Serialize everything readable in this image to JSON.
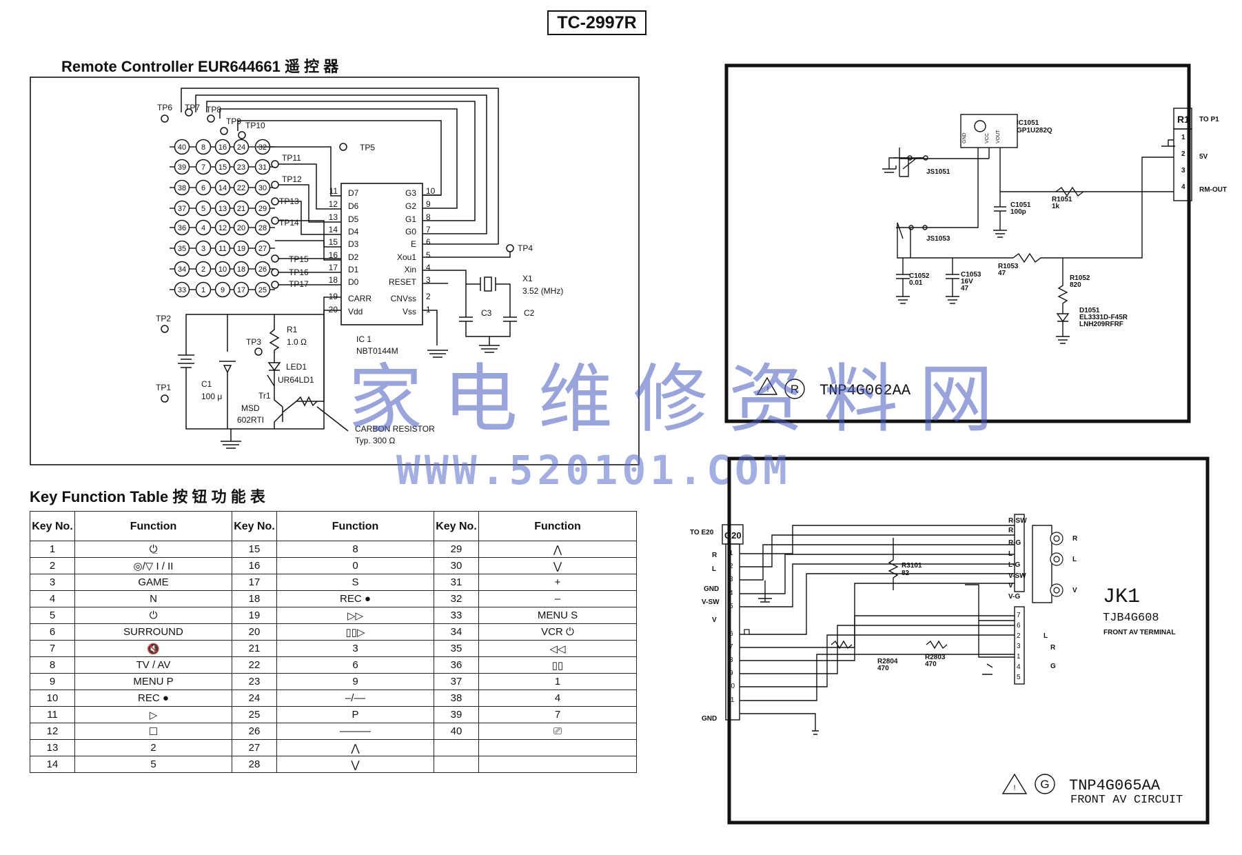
{
  "model": "TC-2997R",
  "remote": {
    "heading": "Remote Controller  EUR644661 遥 控 器",
    "ic_name": "IC 1",
    "ic_part": "NBT0144M",
    "pins_left": [
      "D7",
      "D6",
      "D5",
      "D4",
      "D3",
      "D2",
      "D1",
      "D0",
      "CARR",
      "Vdd"
    ],
    "pins_left_num": [
      "11",
      "12",
      "13",
      "14",
      "15",
      "16",
      "17",
      "18",
      "19",
      "20"
    ],
    "pins_right": [
      "G3",
      "G2",
      "G1",
      "G0",
      "E",
      "Xou1",
      "Xin",
      "RESET",
      "CNVss",
      "Vss"
    ],
    "pins_right_num": [
      "10",
      "9",
      "8",
      "7",
      "6",
      "5",
      "4",
      "3",
      "2",
      "1"
    ],
    "tp_top": [
      "TP6",
      "TP7",
      "TP8",
      "TP9",
      "TP10"
    ],
    "tp_side": [
      "TP11",
      "TP12",
      "TP13",
      "TP14",
      "TP15",
      "TP16",
      "TP17"
    ],
    "tp5": "TP5",
    "tp4": "TP4",
    "tp2": "TP2",
    "tp1": "TP1",
    "tp3": "TP3",
    "x1": "X1",
    "x1_freq": "3.52 (MHz)",
    "c3": "C3",
    "c2": "C2",
    "r1": "R1",
    "r1_val": "1.0 Ω",
    "led": "LED1",
    "led_part": "UR64LD1",
    "tr": "Tr1",
    "tr_part1": "MSD",
    "tr_part2": "602RTI",
    "c1": "C1",
    "c1_val": "100 μ",
    "carbon1": "CARBON RESISTOR",
    "carbon2": "Typ. 300 Ω",
    "matrix": [
      [
        "40",
        "8",
        "16",
        "24",
        "32"
      ],
      [
        "39",
        "7",
        "15",
        "23",
        "31"
      ],
      [
        "38",
        "6",
        "14",
        "22",
        "30"
      ],
      [
        "37",
        "5",
        "13",
        "21",
        "29"
      ],
      [
        "36",
        "4",
        "12",
        "20",
        "28"
      ],
      [
        "35",
        "3",
        "11",
        "19",
        "27"
      ],
      [
        "34",
        "2",
        "10",
        "18",
        "26"
      ],
      [
        "33",
        "1",
        "9",
        "17",
        "25"
      ]
    ]
  },
  "key_table": {
    "heading": "Key Function Table 按 钮 功 能 表",
    "col_key": "Key No.",
    "col_func": "Function",
    "rows": [
      [
        "1",
        "⏻̲",
        "15",
        "8",
        "29",
        "⋀"
      ],
      [
        "2",
        "◎/▽ I / II",
        "16",
        "0",
        "30",
        "⋁"
      ],
      [
        "3",
        "GAME",
        "17",
        "S",
        "31",
        "+"
      ],
      [
        "4",
        "N",
        "18",
        "REC ●",
        "32",
        "–"
      ],
      [
        "5",
        "⏻",
        "19",
        "▷▷",
        "33",
        "MENU S"
      ],
      [
        "6",
        "SURROUND",
        "20",
        "▯▯▷",
        "34",
        "VCR ⏻"
      ],
      [
        "7",
        "🔇",
        "21",
        "3",
        "35",
        "◁◁"
      ],
      [
        "8",
        "TV / AV",
        "22",
        "6",
        "36",
        "▯▯"
      ],
      [
        "9",
        "MENU P",
        "23",
        "9",
        "37",
        "1"
      ],
      [
        "10",
        "REC ●",
        "24",
        "–/––",
        "38",
        "4"
      ],
      [
        "11",
        "▷",
        "25",
        "P",
        "39",
        "7"
      ],
      [
        "12",
        "☐",
        "26",
        "———",
        "40",
        "⎚"
      ],
      [
        "13",
        "2",
        "27",
        "⋀",
        "",
        ""
      ],
      [
        "14",
        "5",
        "28",
        "⋁",
        "",
        ""
      ]
    ]
  },
  "board_r": {
    "label": "TNP4G062AA",
    "mark": "R",
    "conn": "R1",
    "to": "TO P1",
    "pins": [
      "1",
      "2",
      "3",
      "4"
    ],
    "pin_5v": "5V",
    "pin_rm": "RM-OUT",
    "ic": "IC1051",
    "ic_part": "GP1U282Q",
    "ic_pins": [
      "GND",
      "VCC",
      "VOUT"
    ],
    "js1": "JS1051",
    "js2": "JS1053",
    "c1051": "C1051",
    "c1051_val": "100p",
    "r1051": "R1051",
    "r1051_val": "1k",
    "c1052": "C1052",
    "c1052_val": "0.01",
    "c1053": "C1053",
    "c1053_val1": "16V",
    "c1053_val2": "47",
    "r1053": "R1053",
    "r1053_val": "47",
    "r1052": "R1052",
    "r1052_val": "820",
    "d1051": "D1051",
    "d1051_p1": "EL3331D-F45R",
    "d1051_p2": "LNH209RFRF"
  },
  "board_g": {
    "label": "TNP4G065AA",
    "sub": "FRONT AV CIRCUIT",
    "mark": "G",
    "conn": "G20",
    "to": "TO E20",
    "left_labels": [
      "R",
      "L",
      "GND",
      "V-SW",
      "V"
    ],
    "gnd2": "GND",
    "pins": [
      "1",
      "2",
      "3",
      "4",
      "5",
      "6",
      "7",
      "8",
      "9",
      "10",
      "11"
    ],
    "jk": "JK1",
    "jk_part": "TJB4G608",
    "jk_desc": "FRONT AV TERMINAL",
    "jk_top": [
      "R-SW",
      "R",
      "R-G",
      "L",
      "L-G",
      "V-SW",
      "V",
      "V-G"
    ],
    "jk_jacks": [
      "R",
      "L",
      "V"
    ],
    "sw_pins": [
      "7",
      "6",
      "2",
      "3",
      "1",
      "4",
      "5"
    ],
    "sw_labels": [
      "L",
      "R",
      "G"
    ],
    "r3101": "R3101",
    "r3101_val": "82",
    "r2804": "R2804",
    "r2804_val": "470",
    "r2803": "R2803",
    "r2803_val": "470"
  },
  "watermark": {
    "cn": "家电维修资料网",
    "url": "WWW.520101.COM"
  }
}
